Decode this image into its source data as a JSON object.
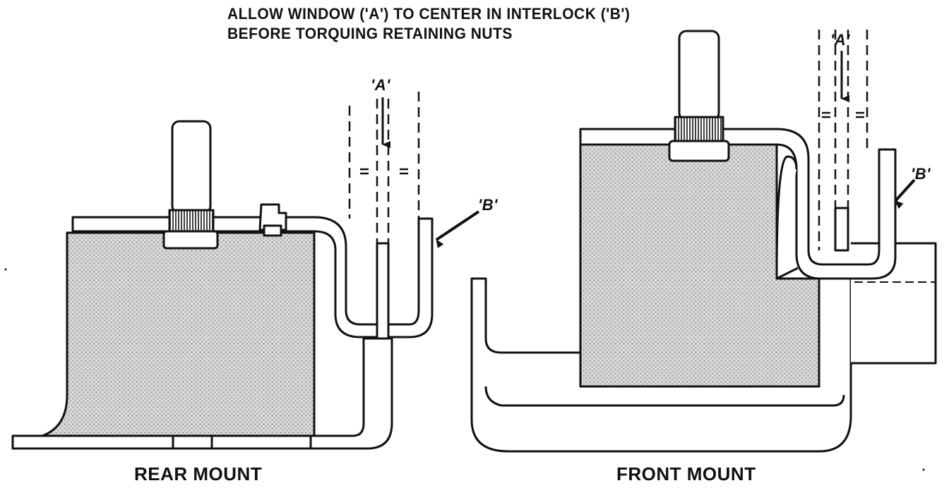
{
  "instruction": {
    "line1": "ALLOW WINDOW ('A') TO CENTER IN INTERLOCK ('B')",
    "line2": "BEFORE TORQUING RETAINING NUTS"
  },
  "rear_mount": {
    "caption": "REAR MOUNT",
    "label_a": "'A'",
    "label_b": "'B'",
    "equal_mark": "="
  },
  "front_mount": {
    "caption": "FRONT MOUNT",
    "label_a": "'A'",
    "label_b": "'B'",
    "equal_mark": "="
  },
  "colors": {
    "ink": "#111111",
    "paper": "#ffffff",
    "rubber": "#c9c9c9"
  }
}
